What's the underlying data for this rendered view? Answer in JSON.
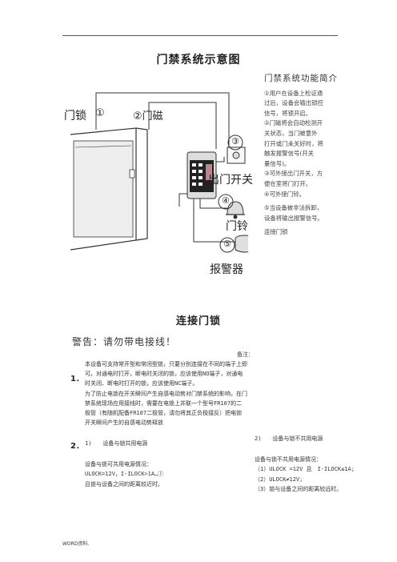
{
  "page": {
    "title": "门禁系统示意图",
    "diagram": {
      "door_lock_label": "门锁",
      "num1": "①",
      "door_sensor_label": "②门磁",
      "exit_switch_num": "③",
      "exit_switch_label": "出门开关",
      "doorbell_num": "④",
      "doorbell_label": "门铃",
      "alarm_num": "⑤",
      "alarm_label": "报警器"
    },
    "intro": {
      "heading": "门禁系统功能简介",
      "lines": [
        "①用户在设备上检证通",
        "过后，设备会输出锁控",
        "信号，将锁开启。",
        "②门磁将会自动检测开",
        "关状态，当门被意外",
        "打开或门未关好时，将",
        "触发报警信号(开关",
        "量信号)。",
        "③可外接出门开关，方",
        "便在室将门打开。",
        "④可外接门铃。",
        "",
        "⑤当设备被非法拆卸，",
        "设备将输出报警信号。",
        "",
        "连接门锁"
      ]
    },
    "section2_title": "连接门锁",
    "warning": "警告：请勿带电接线！",
    "note": "备注：",
    "item1_num": "1．",
    "item1_lines": [
      "本设备可支持常开型和常闭型锁，只要分别连接在不同的端子上即",
      "可。对通电时打开，断电时关闭的锁，应该使用NO端子，对通电",
      "时关闭、断电时打开的锁，应该使用NC端子。",
      "为了防止电锁在开关瞬间产生自感电动势对门禁系统的影响，在门",
      "禁系统现场应用接线时，需要在电锁上并联一个型号FR107的二",
      "极管（有随机配备FR107二极管，请勿将其正负极接反）把电锁",
      "开关瞬间产生的自感电动势释放"
    ],
    "item2_num": "2．",
    "item2_left": {
      "heading": "1)　　设备与锁共用电源",
      "lines": [
        "设备与锁可共用电源情况：",
        "ULOCK=12V，I-ILOCK>1A…①",
        "且锁与设备之间的距离较近时。"
      ]
    },
    "item2_right": {
      "heading": "2)　　设备与锁不共用电源",
      "lines": [
        "设备与锁不共用电源情况：",
        "（1）ULOCK =12V 且　I-ILOCK≤1A;",
        "（2）ULOCK≠12V;",
        "（3）锁与设备之间的距离较远时。"
      ]
    },
    "footer": "WORD资料."
  }
}
